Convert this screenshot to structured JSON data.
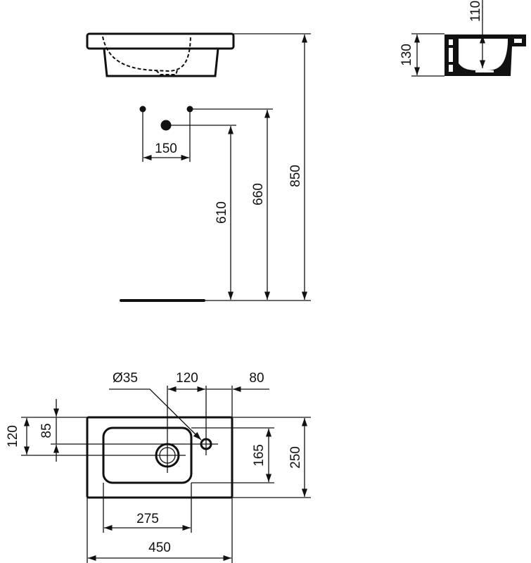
{
  "drawing": {
    "front_view": {
      "dim_total_height": "850",
      "dim_tap_height": "660",
      "dim_waste_height": "610",
      "dim_tap_spacing": "150"
    },
    "side_view": {
      "dim_depth": "130",
      "dim_bowl_depth": "110"
    },
    "plan_view": {
      "dim_hole_diameter": "Ø35",
      "dim_waste_to_tap": "120",
      "dim_tap_to_edge": "80",
      "dim_waste_from_back": "120",
      "dim_tap_from_back": "85",
      "dim_bowl_depth": "165",
      "dim_total_depth": "250",
      "dim_bowl_width": "275",
      "dim_total_width": "450"
    }
  }
}
